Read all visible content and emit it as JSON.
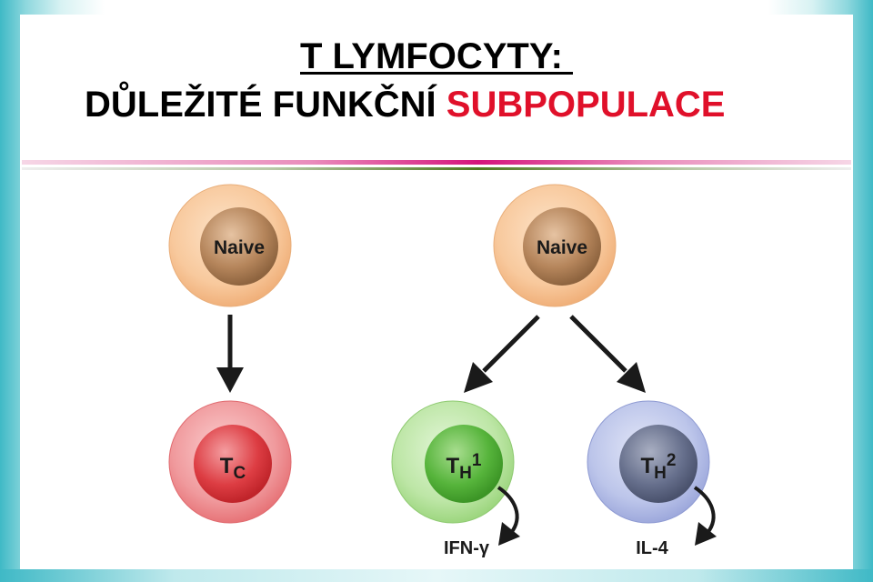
{
  "title": {
    "line1": "T LYMFOCYTY: ",
    "line2_black": "DŮLEŽITÉ FUNKČNÍ ",
    "line2_red": "SUBPOPULACE"
  },
  "cells": {
    "naive_left": {
      "label": "Naive"
    },
    "naive_right": {
      "label": "Naive"
    },
    "tc": {
      "main": "T",
      "sub": "C",
      "sup": ""
    },
    "th1": {
      "main": "T",
      "sub": "H",
      "sup": "1"
    },
    "th2": {
      "main": "T",
      "sub": "H",
      "sup": "2"
    }
  },
  "cytokines": {
    "th1": "IFN-γ",
    "th2": "IL-4"
  },
  "colors": {
    "title_red": "#e0102a",
    "naive_outer": "#f7c79b",
    "naive_nucleus": "#b07f56",
    "tc_outer": "#ee8a8e",
    "tc_nucleus": "#d8343a",
    "th1_outer": "#b3e29a",
    "th1_nucleus": "#4fb036",
    "th2_outer": "#b3bde6",
    "th2_nucleus": "#616b88"
  }
}
